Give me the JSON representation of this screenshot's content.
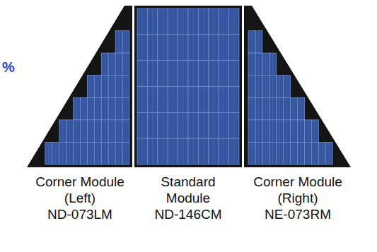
{
  "diagram": {
    "nodes": [
      {
        "text": [
          "Corner Module (Left)",
          "ND-073LM"
        ]
      },
      {
        "text": [
          "Standard Module",
          "ND-146CM"
        ]
      },
      {
        "text": [
          "Corner Module (Right)",
          "NE-073RM"
        ]
      }
    ],
    "labels": [
      "%"
    ]
  }
}
